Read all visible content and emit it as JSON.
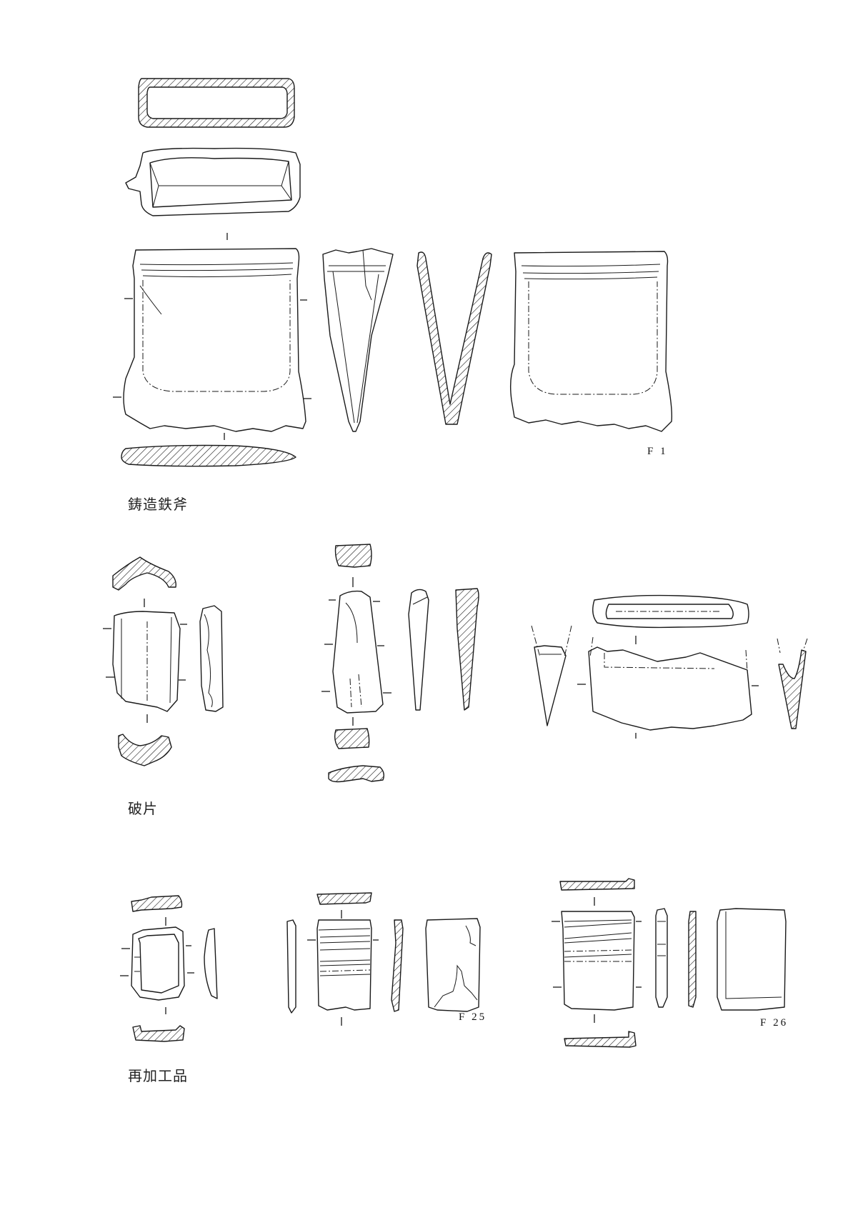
{
  "page": {
    "type": "archaeological artifact plate",
    "background": "#ffffff",
    "ink_color": "#1a1a1a"
  },
  "sections": [
    {
      "id": "cast-iron-axe",
      "label": "鋳造鉄斧",
      "figures": [
        {
          "id": "F1",
          "label": "F 1"
        }
      ]
    },
    {
      "id": "fragments",
      "label": "破片",
      "figures": []
    },
    {
      "id": "reworked-items",
      "label": "再加工品",
      "figures": [
        {
          "id": "F25",
          "label": "F 25"
        },
        {
          "id": "F26",
          "label": "F 26"
        }
      ]
    }
  ]
}
